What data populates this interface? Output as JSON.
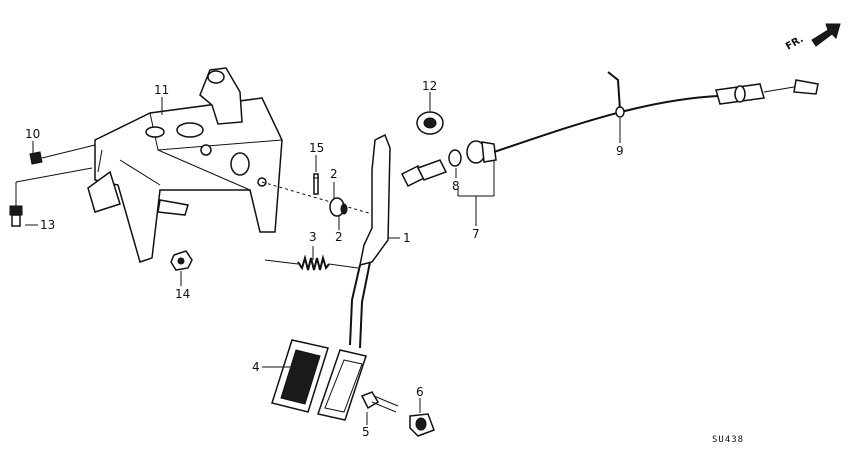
{
  "callouts": {
    "c1": "1",
    "c2a": "2",
    "c2b": "2",
    "c3": "3",
    "c4": "4",
    "c5": "5",
    "c6": "6",
    "c7": "7",
    "c8": "8",
    "c9": "9",
    "c10": "10",
    "c11": "11",
    "c12": "12",
    "c13": "13",
    "c14": "14",
    "c15": "15"
  },
  "direction_label": "FR.",
  "diagram_code": "SU438"
}
